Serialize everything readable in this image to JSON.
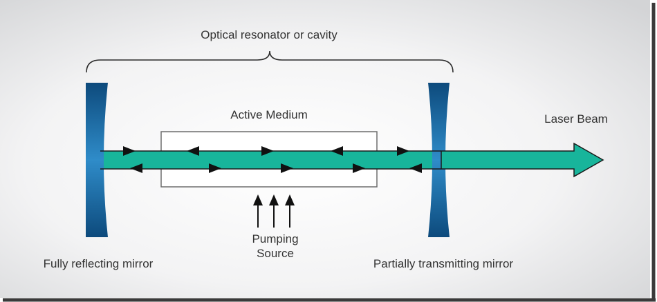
{
  "labels": {
    "cavity": "Optical resonator or cavity",
    "active_medium": "Active Medium",
    "laser_beam": "Laser Beam",
    "pumping_line1": "Pumping",
    "pumping_line2": "Source",
    "left_mirror": "Fully reflecting mirror",
    "right_mirror": "Partially transmitting mirror"
  },
  "colors": {
    "beam": "#18b59b",
    "mirror_dark": "#0f4f82",
    "mirror_light": "#2c86c2",
    "text": "#333333",
    "background_center": "#ffffff",
    "background_edge": "#d6d7d9"
  },
  "icons": {
    "pump_arrows": "up-arrow-icon",
    "beam_direction_markers": "triangle-arrowhead-icon"
  }
}
